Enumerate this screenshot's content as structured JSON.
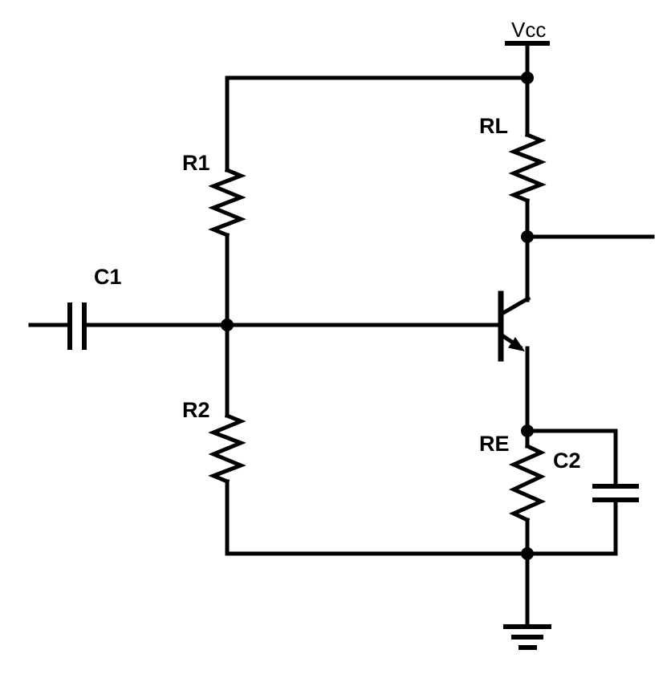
{
  "diagram": {
    "type": "circuit-schematic",
    "labels": {
      "vcc": "Vcc",
      "rl": "RL",
      "r1": "R1",
      "r2": "R2",
      "re": "RE",
      "c1": "C1",
      "c2": "C2"
    },
    "components": [
      {
        "id": "Vcc",
        "type": "power-supply"
      },
      {
        "id": "RL",
        "type": "resistor"
      },
      {
        "id": "R1",
        "type": "resistor"
      },
      {
        "id": "R2",
        "type": "resistor"
      },
      {
        "id": "RE",
        "type": "resistor"
      },
      {
        "id": "C1",
        "type": "capacitor"
      },
      {
        "id": "C2",
        "type": "capacitor"
      },
      {
        "id": "Q1",
        "type": "npn-transistor"
      },
      {
        "id": "GND",
        "type": "ground"
      }
    ],
    "colors": {
      "wire": "#000000",
      "background": "#ffffff"
    }
  }
}
